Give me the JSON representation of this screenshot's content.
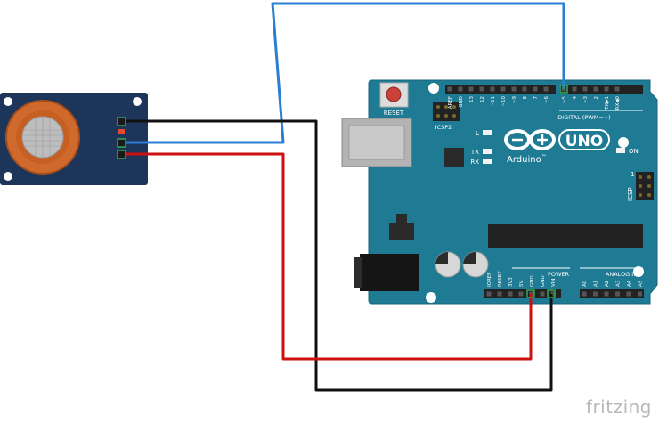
{
  "board": {
    "reset_label": "RESET",
    "icsp2_label": "ICSP2",
    "icsp_label": "ICSP",
    "brand_name": "Arduino",
    "brand_tm": "™",
    "model": "UNO",
    "led_l": "L",
    "led_tx": "TX",
    "led_rx": "RX",
    "led_on": "ON",
    "icsp_pin1": "1",
    "digital_header_label": "DIGITAL (PWM=~)",
    "power_label": "POWER",
    "analog_label": "ANALOG IN",
    "digital_pins": [
      "AREF",
      "GND",
      "13",
      "12",
      "~11",
      "~10",
      "~9",
      "8",
      "7",
      "~6",
      "~5",
      "4",
      "~3",
      "2",
      "TX▶1",
      "RX◀0"
    ],
    "power_pins": [
      "IOREF",
      "RESET",
      "3V3",
      "5V",
      "GND",
      "GND",
      "VIN"
    ],
    "analog_pins": [
      "A0",
      "A1",
      "A2",
      "A3",
      "A4",
      "A5"
    ],
    "colors": {
      "pcb": "#1f7a93",
      "pcb_edge": "#17647a",
      "header": "#222222",
      "reset": "#c9413a"
    }
  },
  "sensor": {
    "colors": {
      "board": "#1c3558",
      "ring": "#d06a2c",
      "mesh": "#bfbfbf"
    }
  },
  "wires": {
    "colors": {
      "signal": "#2a7fd4",
      "ground": "#111111",
      "power": "#cc1111"
    }
  },
  "watermark": "fritzing"
}
